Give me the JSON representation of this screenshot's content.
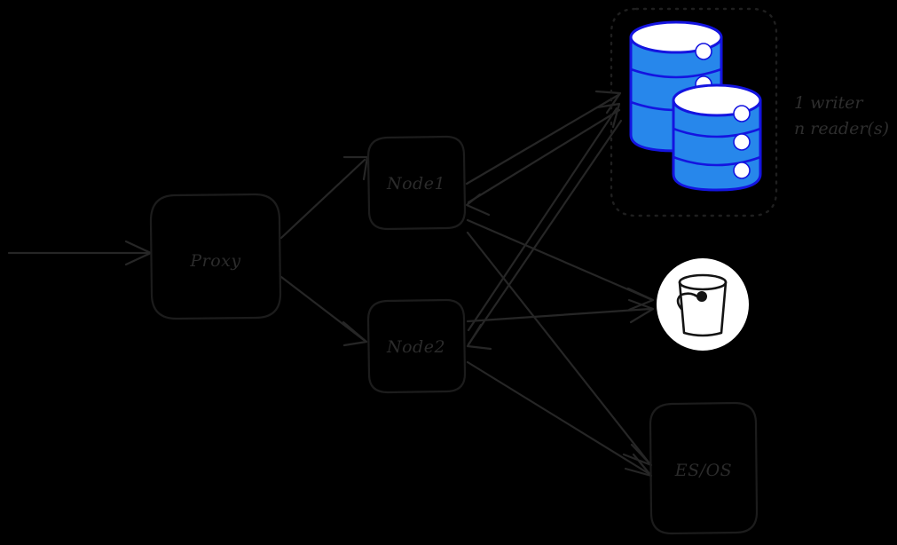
{
  "diagram": {
    "title": "Proxy to multi-node backend architecture",
    "background_color": "#000000",
    "stroke_color": "#262626",
    "text_color": "#2b2b2b",
    "accent_blue_fill": "#2787eb",
    "accent_blue_stroke": "#1414e0",
    "white": "#ffffff"
  },
  "nodes": {
    "proxy": {
      "label": "Proxy"
    },
    "node1": {
      "label": "Node1"
    },
    "node2": {
      "label": "Node2"
    },
    "esos": {
      "label": "ES/OS"
    }
  },
  "database_group": {
    "annotation_line1": "1 writer",
    "annotation_line2": "n reader(s)",
    "cylinder_count": 2,
    "bands_per_cylinder": 3,
    "indicator_dots_per_cylinder": 3
  },
  "object_storage": {
    "icon_name": "bucket-icon",
    "label": ""
  },
  "edges": [
    {
      "from": "client",
      "to": "proxy",
      "direction": "one-way"
    },
    {
      "from": "proxy",
      "to": "node1",
      "direction": "one-way"
    },
    {
      "from": "proxy",
      "to": "node2",
      "direction": "one-way"
    },
    {
      "from": "node1",
      "to": "database",
      "direction": "two-way"
    },
    {
      "from": "node2",
      "to": "database",
      "direction": "two-way"
    },
    {
      "from": "node1",
      "to": "bucket",
      "direction": "one-way"
    },
    {
      "from": "node2",
      "to": "bucket",
      "direction": "one-way"
    },
    {
      "from": "node1",
      "to": "esos",
      "direction": "one-way"
    },
    {
      "from": "node2",
      "to": "esos",
      "direction": "one-way"
    }
  ]
}
